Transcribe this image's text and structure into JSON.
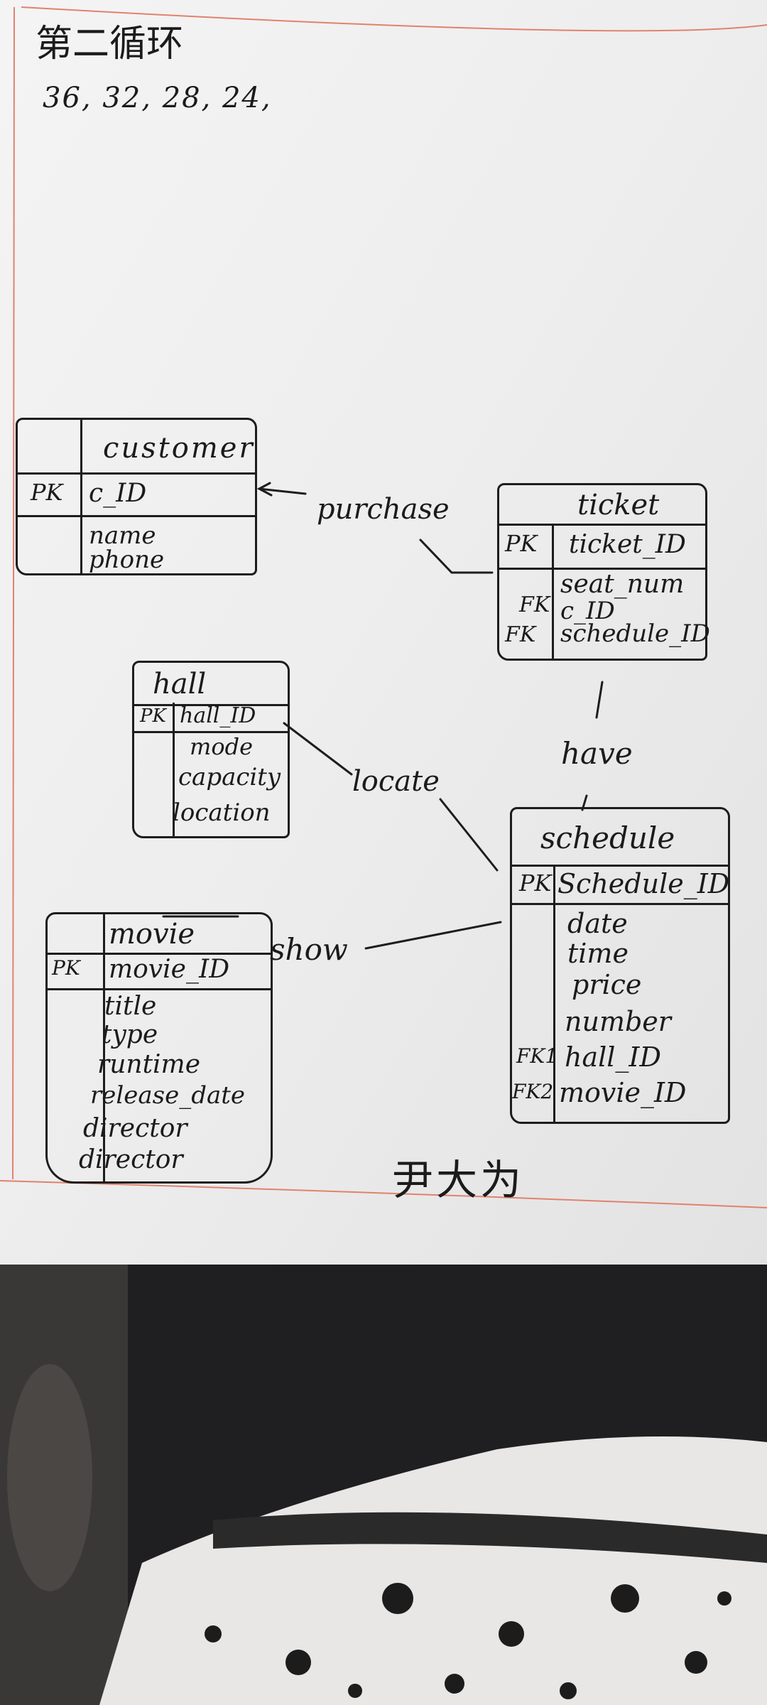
{
  "header": {
    "title": "第二循环",
    "numbers": "36, 32, 28, 24,"
  },
  "entities": {
    "customer": {
      "name": "customer",
      "keys": [
        {
          "tag": "PK",
          "field": "c_ID"
        }
      ],
      "attributes": [
        "name",
        "phone"
      ]
    },
    "ticket": {
      "name": "ticket",
      "keys": [
        {
          "tag": "PK",
          "field": "ticket_ID"
        }
      ],
      "attributes": [
        "seat_num",
        "c_ID",
        "schedule_ID"
      ],
      "fk_tags": [
        "FK",
        "FK"
      ]
    },
    "hall": {
      "name": "hall",
      "keys": [
        {
          "tag": "PK",
          "field": "hall_ID"
        }
      ],
      "attributes": [
        "mode",
        "capacity",
        "location"
      ]
    },
    "schedule": {
      "name": "schedule",
      "keys": [
        {
          "tag": "PK",
          "field": "Schedule_ID"
        }
      ],
      "attributes": [
        "date",
        "time",
        "price",
        "number",
        "hall_ID",
        "movie_ID"
      ],
      "fk_tags": [
        "FK1",
        "FK2"
      ]
    },
    "movie": {
      "name": "movie",
      "keys": [
        {
          "tag": "PK",
          "field": "movie_ID"
        }
      ],
      "attributes": [
        "title",
        "type",
        "runtime",
        "release_date",
        "director",
        "director"
      ]
    }
  },
  "relationships": [
    {
      "label": "purchase"
    },
    {
      "label": "have"
    },
    {
      "label": "locate"
    },
    {
      "label": "show"
    }
  ],
  "signature": "尹大为",
  "colors": {
    "paper": "#eeeeee",
    "ink": "#1d1d1d",
    "margin_line": "#e0826e",
    "background_cloth": "#2b2a29"
  }
}
